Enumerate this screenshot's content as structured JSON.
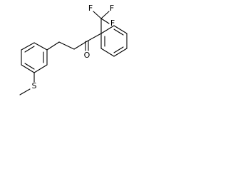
{
  "molecule": {
    "atoms": {
      "s": "S",
      "o": "O",
      "f_top_left": "F",
      "f_top_right": "F",
      "f_right": "F"
    }
  }
}
